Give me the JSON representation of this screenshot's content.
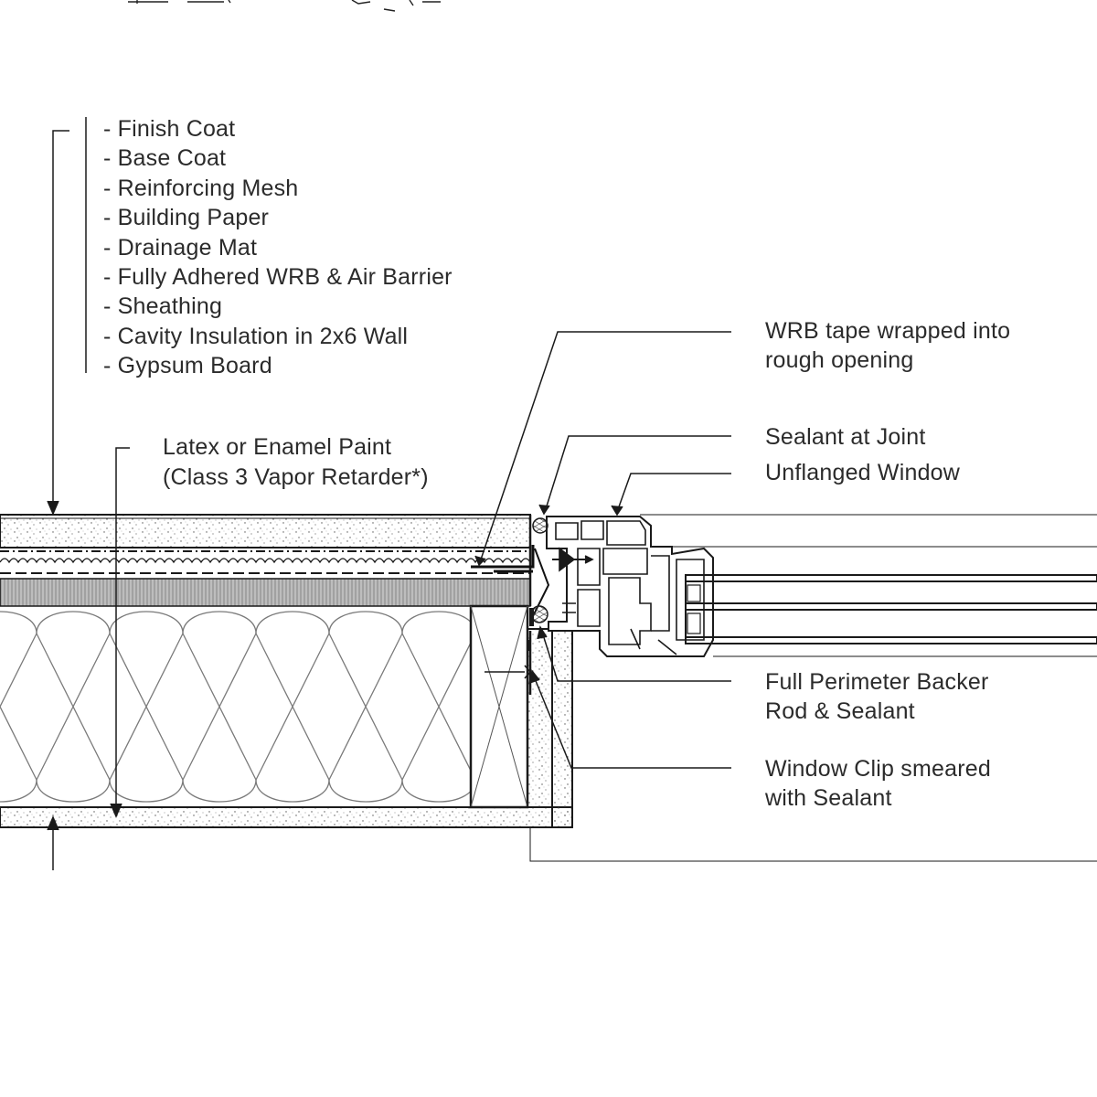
{
  "wall_layers": [
    "- Finish Coat",
    "- Base Coat",
    "- Reinforcing Mesh",
    "- Building Paper",
    "- Drainage Mat",
    "- Fully Adhered WRB & Air Barrier",
    "- Sheathing",
    "- Cavity Insulation in 2x6 Wall",
    "- Gypsum Board"
  ],
  "callouts": {
    "paint_line1": "Latex or Enamel Paint",
    "paint_line2": "(Class 3 Vapor Retarder*)",
    "wrb_tape_line1": "WRB tape wrapped into",
    "wrb_tape_line2": "rough opening",
    "sealant_joint": "Sealant at Joint",
    "unflanged_window": "Unflanged Window",
    "backer_rod_line1": "Full Perimeter Backer",
    "backer_rod_line2": "Rod & Sealant",
    "window_clip_line1": "Window Clip smeared",
    "window_clip_line2": "with Sealant"
  },
  "colors": {
    "ink": "#1a1a1a",
    "text": "#2b2b2b",
    "sheathing_fill": "#a9a9a9"
  }
}
